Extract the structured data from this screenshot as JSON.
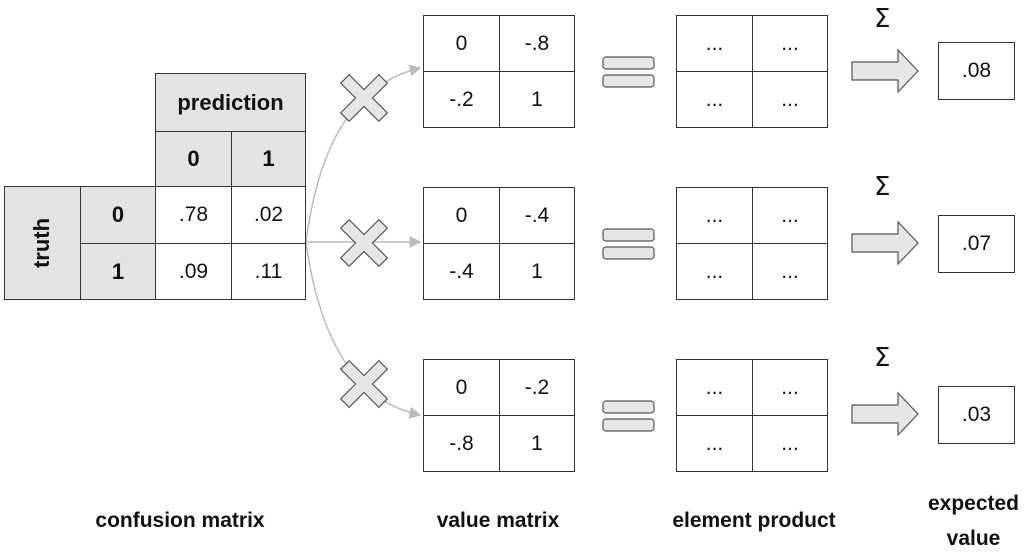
{
  "confusion": {
    "prediction_label": "prediction",
    "truth_label": "truth",
    "pred_classes": [
      "0",
      "1"
    ],
    "truth_classes": [
      "0",
      "1"
    ],
    "values": [
      [
        ".78",
        ".02"
      ],
      [
        ".09",
        ".11"
      ]
    ]
  },
  "value_matrices": [
    [
      [
        "0",
        "-.8"
      ],
      [
        "-.2",
        "1"
      ]
    ],
    [
      [
        "0",
        "-.4"
      ],
      [
        "-.4",
        "1"
      ]
    ],
    [
      [
        "0",
        "-.2"
      ],
      [
        "-.8",
        "1"
      ]
    ]
  ],
  "element_product": [
    [
      "...",
      "..."
    ],
    [
      "...",
      "..."
    ]
  ],
  "sum_symbol": "Σ",
  "expected_values": [
    ".08",
    ".07",
    ".03"
  ],
  "captions": {
    "confusion": "confusion matrix",
    "value": "value matrix",
    "product": "element product",
    "expected_line1": "expected",
    "expected_line2": "value"
  },
  "colors": {
    "header_fill": "#e3e3e3",
    "shape_fill": "#e6e6e6",
    "border": "#333333",
    "connector": "#bbbbbb"
  }
}
